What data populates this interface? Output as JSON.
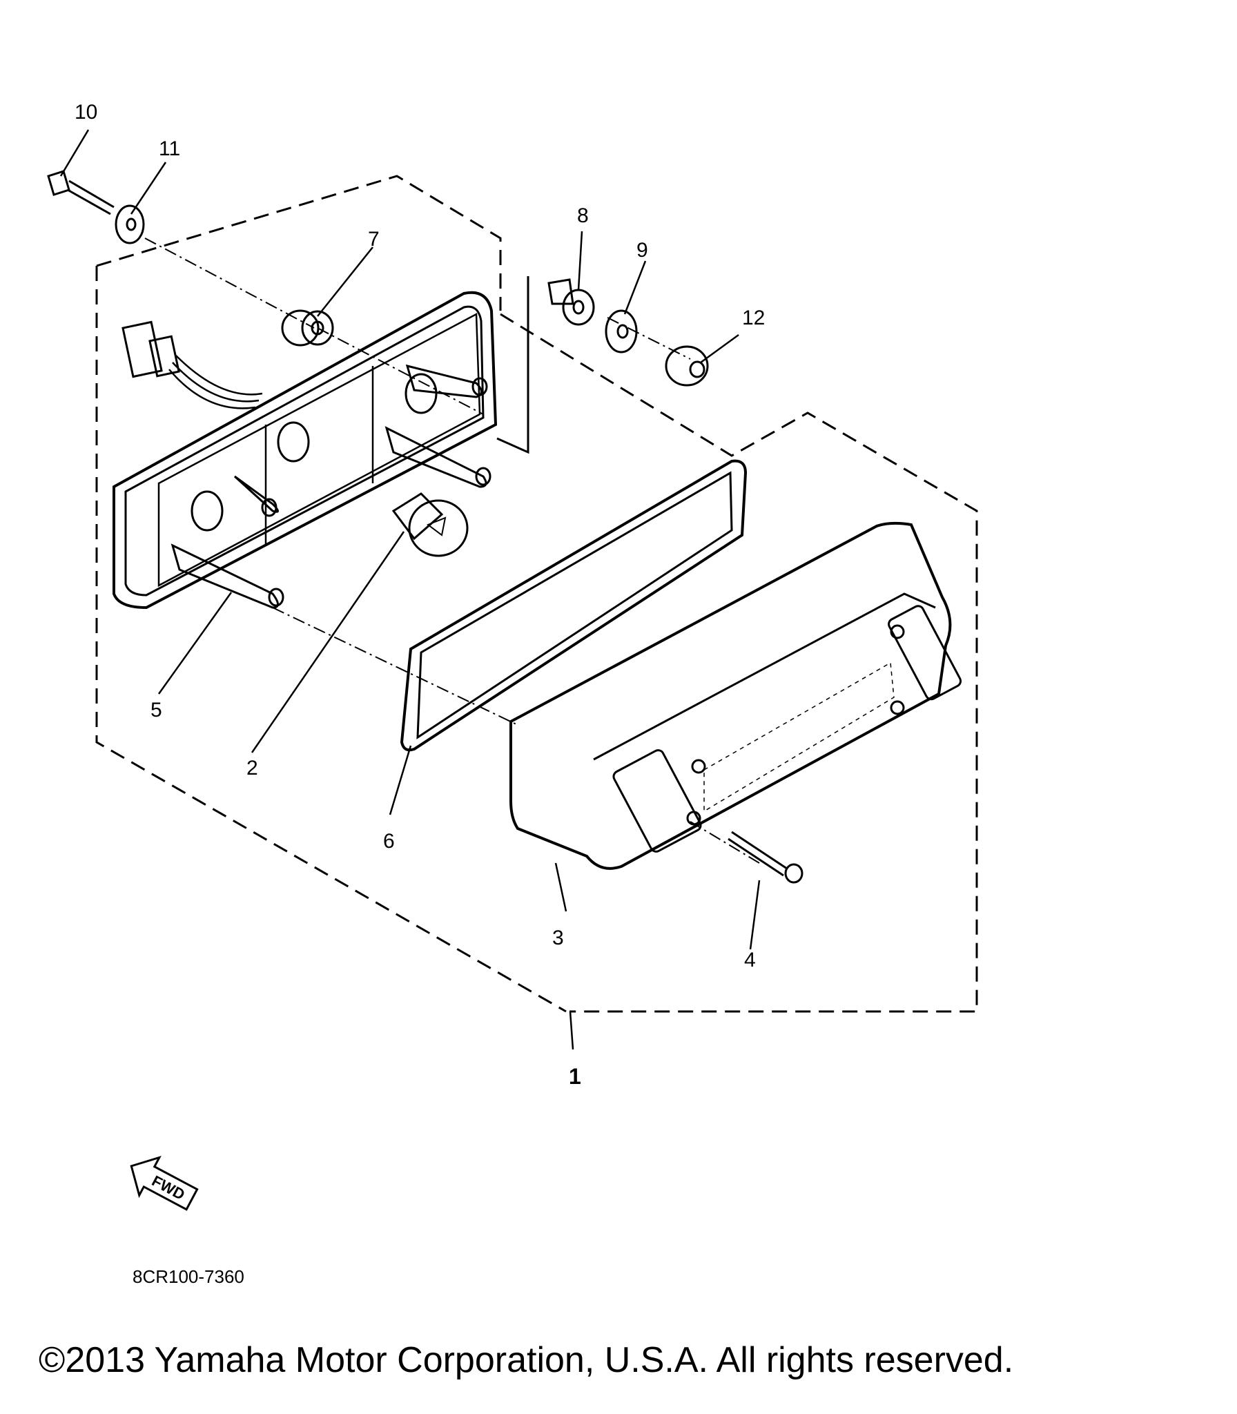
{
  "diagram": {
    "callouts": [
      {
        "id": "1",
        "text": "1"
      },
      {
        "id": "2",
        "text": "2"
      },
      {
        "id": "3",
        "text": "3"
      },
      {
        "id": "4",
        "text": "4"
      },
      {
        "id": "5",
        "text": "5"
      },
      {
        "id": "6",
        "text": "6"
      },
      {
        "id": "7",
        "text": "7"
      },
      {
        "id": "8",
        "text": "8"
      },
      {
        "id": "9",
        "text": "9"
      },
      {
        "id": "10",
        "text": "10"
      },
      {
        "id": "11",
        "text": "11"
      },
      {
        "id": "12",
        "text": "12"
      }
    ],
    "fwd_label": "FWD",
    "diagram_code": "8CR100-7360"
  },
  "footer": {
    "copyright": "©2013 Yamaha Motor Corporation, U.S.A. All rights reserved."
  }
}
